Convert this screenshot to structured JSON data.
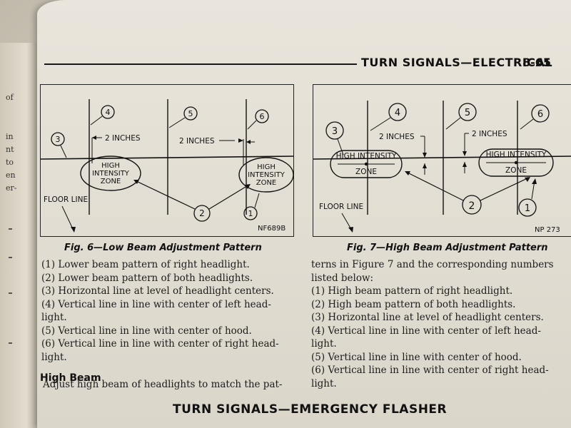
{
  "header": {
    "title": "TURN SIGNALS—ELECTRICAL",
    "page_number": "8-65"
  },
  "left_page_fragments": [
    "of",
    "in",
    "nt",
    "to",
    "en",
    "er-"
  ],
  "figure6": {
    "labels": {
      "c1": "1",
      "c2": "2",
      "c3": "3",
      "c4": "4",
      "c5": "5",
      "c6": "6"
    },
    "dim_left": "2 INCHES",
    "dim_right": "2 INCHES",
    "zone_line1": "HIGH",
    "zone_line2": "INTENSITY",
    "zone_line3": "ZONE",
    "floor_line": "FLOOR LINE",
    "code": "NF689B",
    "caption": "Fig. 6—Low Beam Adjustment Pattern"
  },
  "figure7": {
    "labels": {
      "c1": "1",
      "c2": "2",
      "c3": "3",
      "c4": "4",
      "c5": "5",
      "c6": "6"
    },
    "dim_left": "2 INCHES",
    "dim_right": "2 INCHES",
    "zone_top": "HIGH INTENSITY",
    "zone_bottom": "ZONE",
    "floor_line": "FLOOR LINE",
    "code": "NP 273",
    "caption": "Fig. 7—High Beam Adjustment Pattern"
  },
  "left_column": {
    "items": [
      "(1) Lower beam pattern of right headlight.",
      "(2) Lower beam pattern of both headlights.",
      "(3) Horizontal line at level of headlight centers.",
      "(4) Vertical line in line with center of left head-",
      "light.",
      "(5) Vertical line in line with center of hood.",
      "(6) Vertical line in line with center of right head-",
      "light."
    ],
    "subheading": "High Beam",
    "para_line": "Adjust high beam of headlights to match the pat-"
  },
  "right_column": {
    "intro1": "terns in Figure 7 and the corresponding numbers",
    "intro2": "listed below:",
    "items": [
      "(1) High beam pattern of right headlight.",
      "(2) High beam pattern of both headlights.",
      "(3) Horizontal line at level of headlight centers.",
      "(4) Vertical line in line with center of left head-",
      "light.",
      "(5) Vertical line in line with center of hood.",
      "(6) Vertical line in line with center of right head-",
      "light."
    ]
  },
  "bottom_heading": "TURN SIGNALS—EMERGENCY FLASHER"
}
